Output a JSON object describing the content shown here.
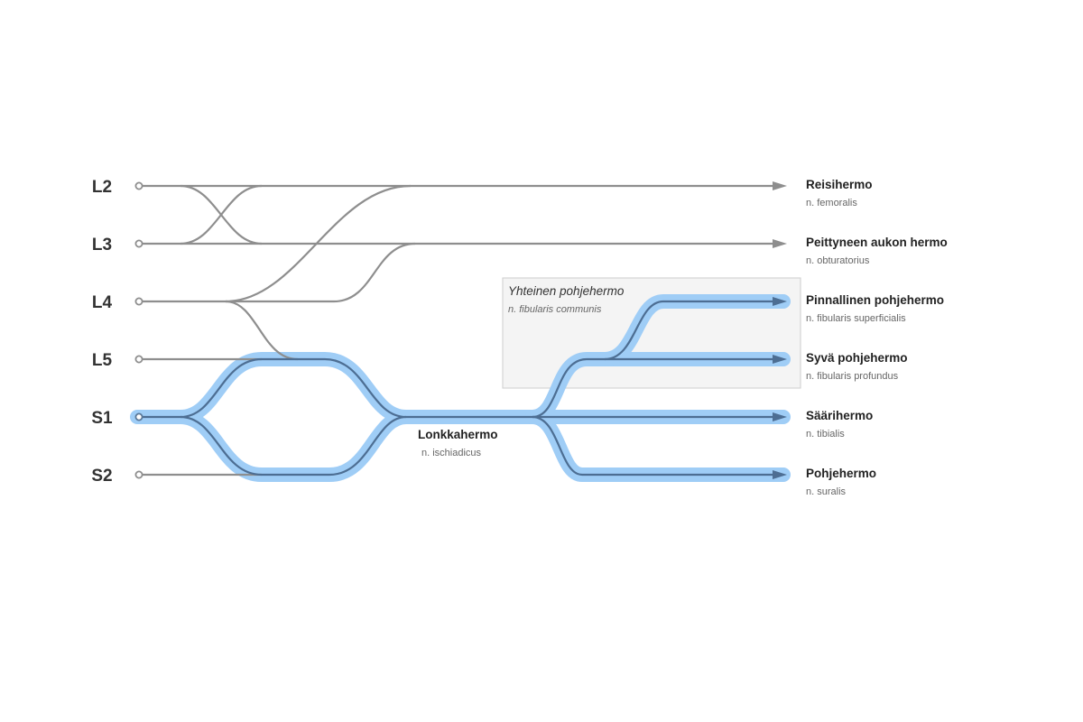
{
  "roots": [
    "L2",
    "L3",
    "L4",
    "L5",
    "S1",
    "S2"
  ],
  "highlighted_root": "S1",
  "nerves": [
    {
      "name": "Reisihermo",
      "latin": "n. femoralis",
      "highlighted": false
    },
    {
      "name": "Peittyneen aukon hermo",
      "latin": "n. obturatorius",
      "highlighted": false
    },
    {
      "name": "Pinnallinen pohjehermo",
      "latin": "n. fibularis superficialis",
      "highlighted": true
    },
    {
      "name": "Syvä pohjehermo",
      "latin": "n. fibularis profundus",
      "highlighted": true
    },
    {
      "name": "Säärihermo",
      "latin": "n. tibialis",
      "highlighted": true
    },
    {
      "name": "Pohjehermo",
      "latin": "n. suralis",
      "highlighted": true
    }
  ],
  "sciatic": {
    "name": "Lonkkahermo",
    "latin": "n. ischiadicus"
  },
  "common_fibular": {
    "name": "Yhteinen pohjehermo",
    "latin": "n. fibularis communis"
  },
  "colors": {
    "highlight": "#9fcdf6",
    "path_highlighted": "#4d6e93",
    "path_default": "#8e8e8e",
    "group_box": "#f2f2f2"
  }
}
